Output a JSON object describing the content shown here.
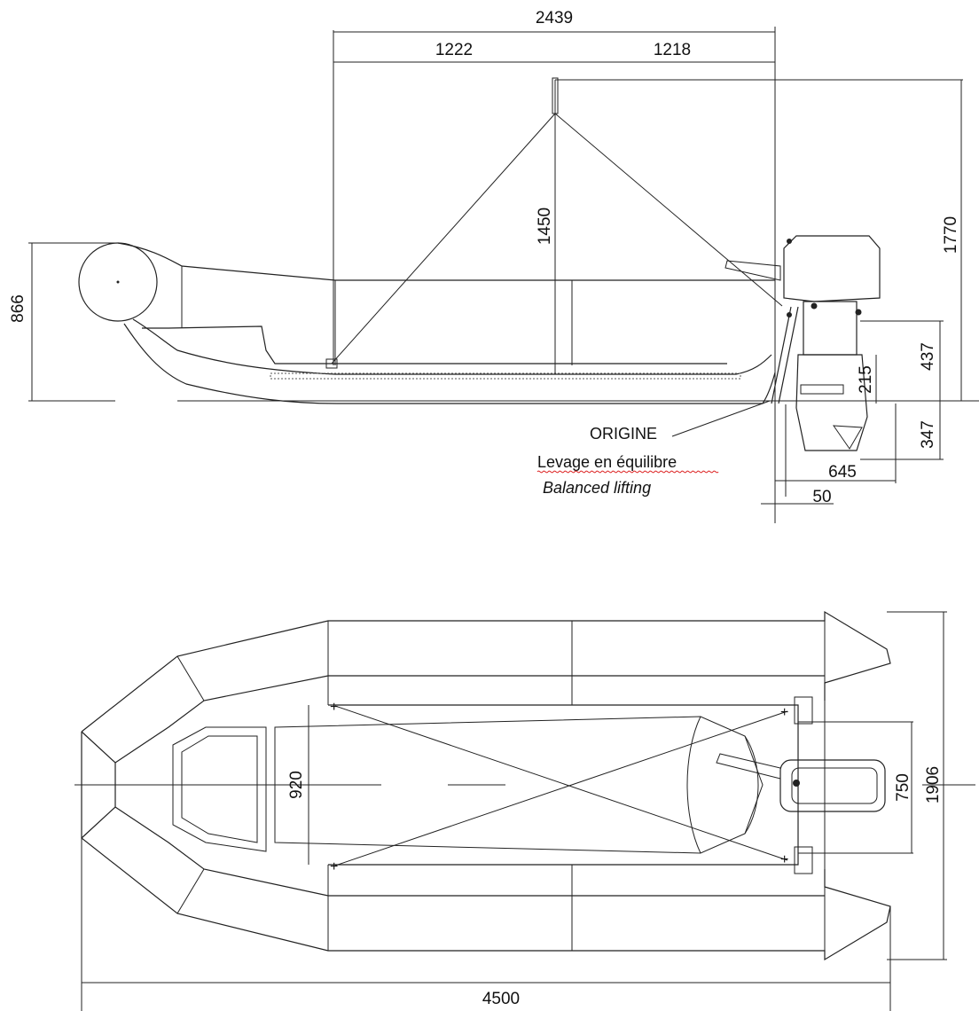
{
  "side_view": {
    "dims": {
      "total_length": "2439",
      "front_half": "1222",
      "rear_half": "1218",
      "sling_height": "1450",
      "overall_height": "1770",
      "bow_height": "866",
      "transom_height": "437",
      "leg_depth": "347",
      "shaft": "215",
      "engine_offset": "645",
      "transom_gap": "50"
    },
    "labels": {
      "origin": "ORIGINE",
      "lifting_fr": "Levage en équilibre",
      "lifting_en": "Balanced lifting"
    }
  },
  "top_view": {
    "dims": {
      "overall_length": "4500",
      "overall_width": "1906",
      "floor_width": "920",
      "engine_mount_width": "750"
    }
  }
}
